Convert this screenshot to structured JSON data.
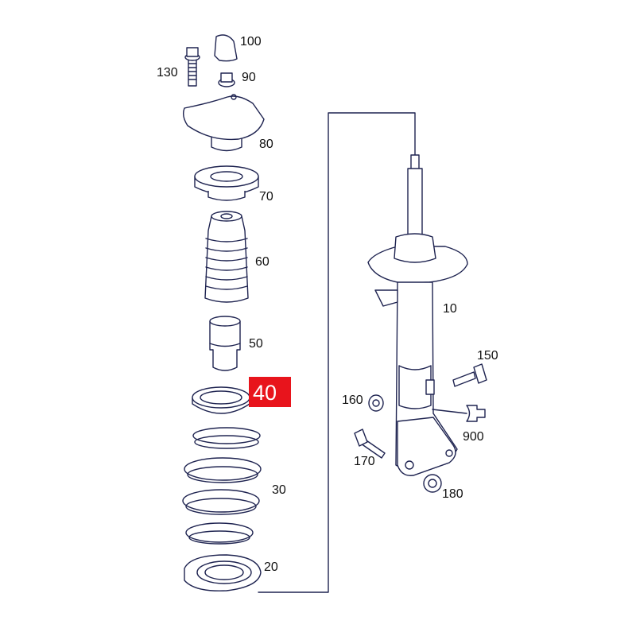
{
  "diagram": {
    "highlight_color": "#e8141c",
    "line_color": "#1e2350",
    "labels": {
      "p10": "10",
      "p20": "20",
      "p30": "30",
      "p40": "40",
      "p50": "50",
      "p60": "60",
      "p70": "70",
      "p80": "80",
      "p90": "90",
      "p100": "100",
      "p130": "130",
      "p150": "150",
      "p160": "160",
      "p170": "170",
      "p180": "180",
      "p900": "900"
    },
    "highlighted_part": "40"
  }
}
